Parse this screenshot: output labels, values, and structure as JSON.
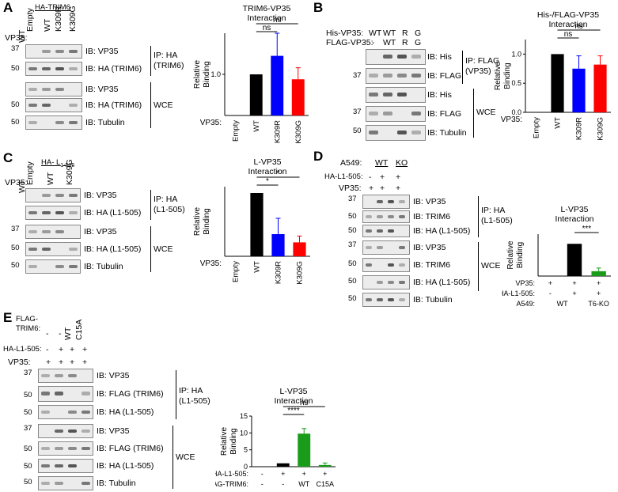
{
  "panels": {
    "A": {
      "letter": "A",
      "header": "HA-TRIM6",
      "lanes": [
        "Empty",
        "WT",
        "K309R",
        "K309G"
      ],
      "row_label": "VP35:",
      "row_vals": [
        "WT"
      ],
      "blots": [
        {
          "mw": "37",
          "ib": "IB: VP35"
        },
        {
          "mw": "50",
          "ib": "IB: HA (TRIM6)"
        },
        {
          "mw": "",
          "ib": "IB: VP35"
        },
        {
          "mw": "50",
          "ib": "IB: HA (TRIM6)"
        },
        {
          "mw": "50",
          "ib": "IB: Tubulin"
        }
      ],
      "ip_label": "IP: HA",
      "ip_label2": "(TRIM6)",
      "wce": "WCE"
    },
    "B": {
      "letter": "B",
      "row1_label": "His-VP35:",
      "row1_vals": [
        "WT",
        "WT",
        "R",
        "G"
      ],
      "row2_label": "FLAG-VP35:",
      "row2_vals": [
        "-",
        "WT",
        "R",
        "G"
      ],
      "blots": [
        {
          "mw": "",
          "ib": "IB: His"
        },
        {
          "mw": "37",
          "ib": "IB: FLAG"
        },
        {
          "mw": "",
          "ib": "IB: His"
        },
        {
          "mw": "37",
          "ib": "IB: FLAG"
        },
        {
          "mw": "50",
          "ib": "IB: Tubulin"
        }
      ],
      "ip_label": "IP: FLAG",
      "ip_label2": "(VP35)",
      "wce": "WCE"
    },
    "C": {
      "letter": "C",
      "header": "HA- L",
      "header_sub": "1-505",
      "lanes": [
        "Empty",
        "WT",
        "K309G"
      ],
      "row_label": "VP35:",
      "row_vals": [
        "WT"
      ],
      "blots": [
        {
          "mw": "",
          "ib": "IB: VP35"
        },
        {
          "mw": "",
          "ib": "IB: HA (L1-505)"
        },
        {
          "mw": "37",
          "ib": "IB: VP35"
        },
        {
          "mw": "50",
          "ib": "IB: HA (L1-505)"
        },
        {
          "mw": "50",
          "ib": "IB: Tubulin"
        }
      ],
      "ip_label": "IP: HA",
      "ip_label2": "(L1-505)",
      "wce": "WCE"
    },
    "D": {
      "letter": "D",
      "a549_label": "A549:",
      "a549_wt": "WT",
      "a549_ko": "KO",
      "ha_label": "HA-L1-505:",
      "ha_vals": [
        "-",
        "+",
        "+"
      ],
      "vp_label": "VP35:",
      "vp_vals": [
        "+",
        "+",
        "+"
      ],
      "blots": [
        {
          "mw": "37",
          "ib": "IB: VP35"
        },
        {
          "mw": "50",
          "ib": "IB: TRIM6"
        },
        {
          "mw": "50",
          "ib": "IB: HA (L1-505)"
        },
        {
          "mw": "37",
          "ib": "IB: VP35"
        },
        {
          "mw": "50",
          "ib": "IB: TRIM6"
        },
        {
          "mw": "50",
          "ib": "IB: HA (L1-505)"
        },
        {
          "mw": "50",
          "ib": "IB: Tubulin"
        }
      ],
      "ip_label": "IP: HA",
      "ip_label2": "(L1-505)",
      "wce": "WCE"
    },
    "E": {
      "letter": "E",
      "flag_label": "FLAG-TRIM6:",
      "flag_vals": [
        "-",
        "-",
        "WT",
        "C15A"
      ],
      "ha_label": "HA-L1-505:",
      "ha_vals": [
        "-",
        "+",
        "+",
        "+"
      ],
      "vp_label": "VP35:",
      "vp_vals": [
        "+",
        "+",
        "+",
        "+"
      ],
      "blots": [
        {
          "mw": "37",
          "ib": "IB: VP35"
        },
        {
          "mw": "50",
          "ib": "IB: FLAG (TRIM6)"
        },
        {
          "mw": "50",
          "ib": "IB: HA (L1-505)"
        },
        {
          "mw": "37",
          "ib": "IB: VP35"
        },
        {
          "mw": "50",
          "ib": "IB: FLAG (TRIM6)"
        },
        {
          "mw": "50",
          "ib": "IB: HA (L1-505)"
        },
        {
          "mw": "50",
          "ib": "IB: Tubulin"
        }
      ],
      "ip_label": "IP: HA",
      "ip_label2": "(L1-505)",
      "wce": "WCE"
    }
  },
  "chart_data": [
    {
      "type": "bar",
      "title": "TRIM6-VP35 Interaction",
      "ylabel": "Relative Binding",
      "xlabel_prefix": "VP35:",
      "categories": [
        "Empty",
        "WT",
        "K309R",
        "K309G"
      ],
      "values": [
        0,
        1.0,
        1.45,
        0.88
      ],
      "errors": [
        0,
        0,
        0.55,
        0.28
      ],
      "colors": [
        "#000000",
        "#000000",
        "#0000ff",
        "#ff0000"
      ],
      "ylim": [
        0,
        2.0
      ],
      "yticks": [
        1.0
      ],
      "sig": [
        {
          "from": 1,
          "to": 2,
          "label": "ns"
        },
        {
          "from": 1,
          "to": 3,
          "label": "ns"
        }
      ]
    },
    {
      "type": "bar",
      "title": "His-/FLAG-VP35 Interaction",
      "ylabel": "Relative Binding",
      "xlabel_prefix": "VP35:",
      "categories": [
        "Empty",
        "WT",
        "K309R",
        "K309G"
      ],
      "values": [
        0,
        1.0,
        0.75,
        0.82
      ],
      "errors": [
        0,
        0,
        0.22,
        0.15
      ],
      "colors": [
        "#000000",
        "#000000",
        "#0000ff",
        "#ff0000"
      ],
      "ylim": [
        0,
        1.25
      ],
      "yticks": [
        0.0,
        0.5,
        1.0
      ],
      "sig": [
        {
          "from": 1,
          "to": 2,
          "label": "ns"
        },
        {
          "from": 1,
          "to": 3,
          "label": "ns"
        }
      ]
    },
    {
      "type": "bar",
      "title": "L-VP35 Interaction",
      "ylabel": "Relative Binding",
      "xlabel_prefix": "VP35:",
      "categories": [
        "Empty",
        "WT",
        "K309R",
        "K309G"
      ],
      "values": [
        0,
        1.0,
        0.35,
        0.22
      ],
      "errors": [
        0,
        0,
        0.25,
        0.1
      ],
      "colors": [
        "#000000",
        "#000000",
        "#0000ff",
        "#ff0000"
      ],
      "ylim": [
        0,
        1.1
      ],
      "yticks": [],
      "sig": [
        {
          "from": 1,
          "to": 2,
          "label": "*"
        },
        {
          "from": 1,
          "to": 3,
          "label": "*"
        }
      ]
    },
    {
      "type": "bar",
      "title": "L-VP35 Interaction",
      "ylabel": "Relative Binding",
      "rows": [
        {
          "label": "VP35:",
          "vals": [
            "+",
            "+",
            "+"
          ]
        },
        {
          "label": "HA-L1-505:",
          "vals": [
            "-",
            "+",
            "+"
          ]
        },
        {
          "label": "A549:",
          "vals": [
            "WT",
            "T6-KO"
          ]
        }
      ],
      "categories": [
        "1",
        "2",
        "3"
      ],
      "values": [
        0,
        1.0,
        0.15
      ],
      "errors": [
        0,
        0,
        0.1
      ],
      "colors": [
        "#000000",
        "#000000",
        "#1a9c1a"
      ],
      "ylim": [
        0,
        1.3
      ],
      "yticks": [],
      "sig": [
        {
          "from": 1,
          "to": 2,
          "label": "***"
        }
      ]
    },
    {
      "type": "bar",
      "title": "L-VP35 Interaction",
      "ylabel": "Relative Binding",
      "rows": [
        {
          "label": "HA-L1-505:",
          "vals": [
            "-",
            "+",
            "+",
            "+"
          ]
        },
        {
          "label": "FLAG-TRIM6:",
          "vals": [
            "-",
            "-",
            "WT",
            "C15A"
          ]
        }
      ],
      "categories": [
        "1",
        "2",
        "3",
        "4"
      ],
      "values": [
        0,
        1.0,
        9.8,
        0.5
      ],
      "errors": [
        0,
        0,
        1.5,
        0.6
      ],
      "colors": [
        "#000000",
        "#000000",
        "#1a9c1a",
        "#1a9c1a"
      ],
      "ylim": [
        0,
        15
      ],
      "yticks": [
        0,
        5,
        10,
        15
      ],
      "sig": [
        {
          "from": 1,
          "to": 2,
          "label": "****"
        },
        {
          "from": 1,
          "to": 3,
          "label": "ns"
        }
      ]
    }
  ]
}
